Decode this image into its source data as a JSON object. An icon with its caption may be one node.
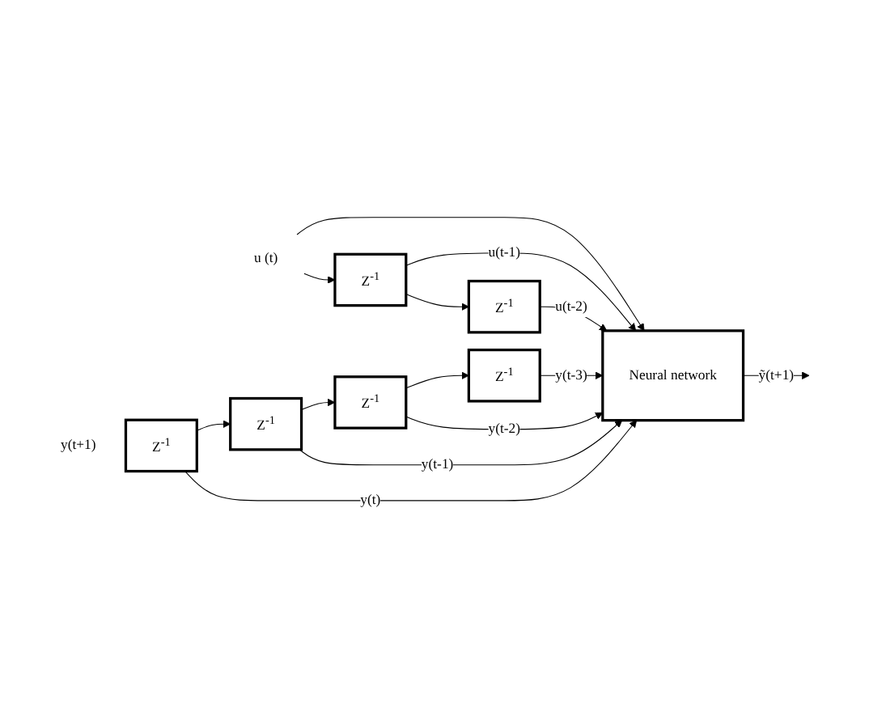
{
  "diagram": {
    "nodes": [
      {
        "text": [
          "u (t)"
        ]
      },
      {
        "text": [
          "Z$^{-1}$"
        ]
      },
      {
        "text": [
          "Z$^{-1}$"
        ]
      },
      {
        "text": [
          "Neural network"
        ]
      },
      {
        "text": [
          "Z$^{-1}$"
        ]
      },
      {
        "text": [
          "Z$^{-1}$"
        ]
      },
      {
        "text": [
          "Z$^{-1}$"
        ]
      },
      {
        "text": [
          "Z$^{-1}$"
        ],
        "beside": [
          "y(t+1)"
        ]
      }
    ],
    "edges": [
      {
        "from": 0,
        "to": 3,
        "arrow": "to"
      },
      {
        "from": 0,
        "to": 1,
        "arrow": "to"
      },
      {
        "from": 1,
        "to": 3,
        "arrow": "to",
        "label": "u(t-1)"
      },
      {
        "from": 1,
        "to": 2,
        "arrow": "to"
      },
      {
        "from": 2,
        "to": 3,
        "arrow": "to",
        "label": "u(t-2)"
      },
      {
        "from": 4,
        "to": 3,
        "arrow": "to",
        "label": "y(t-3)"
      },
      {
        "from": 5,
        "to": 4,
        "arrow": "to"
      },
      {
        "from": 5,
        "to": 3,
        "arrow": "to",
        "label": "y(t-2)"
      },
      {
        "from": 6,
        "to": 5,
        "arrow": "to"
      },
      {
        "from": 6,
        "to": 3,
        "arrow": "to",
        "label": "y(t-1)"
      },
      {
        "from": 7,
        "to": 6,
        "arrow": "to"
      },
      {
        "from": 7,
        "to": 3,
        "arrow": "to",
        "label": "y(t)"
      },
      {
        "from": 3,
        "to": null,
        "arrow": "to",
        "label": "ỹ(t+1)"
      }
    ]
  }
}
